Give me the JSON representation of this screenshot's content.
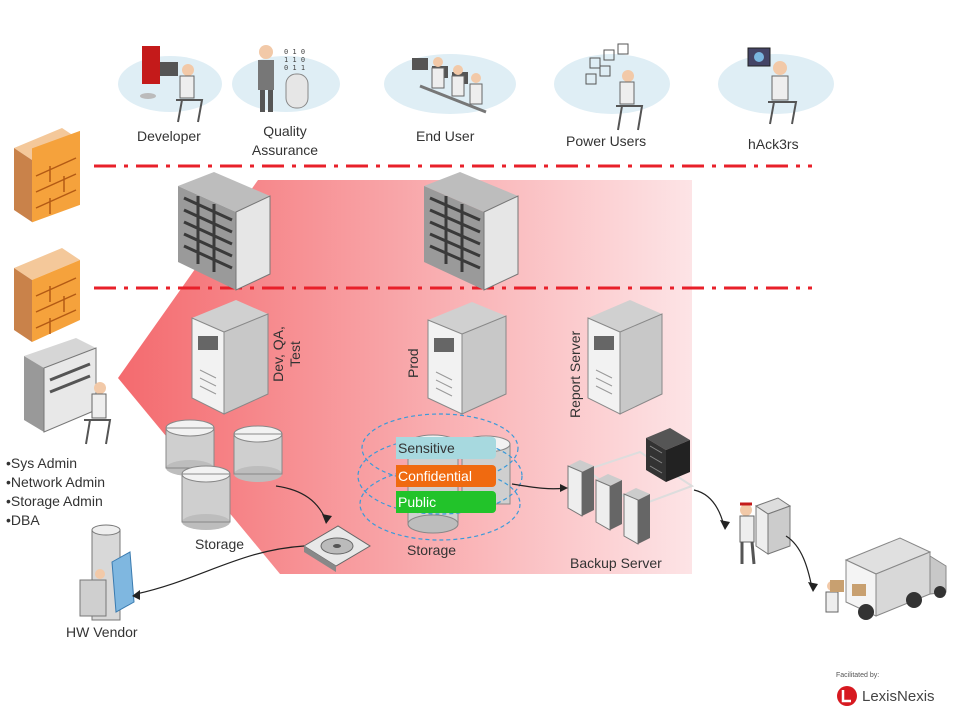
{
  "actors": {
    "developer": "Developer",
    "qa": "Quality\nAssurance",
    "end_user": "End User",
    "power_users": "Power Users",
    "hackers": "hAck3rs"
  },
  "servers": {
    "dev": "Dev, QA,\nTest",
    "prod": "Prod",
    "report": "Report  Server",
    "backup": "Backup Server"
  },
  "storage": {
    "left": "Storage",
    "center": "Storage"
  },
  "tiers": [
    {
      "label": "Sensitive",
      "color": "#a7d9df"
    },
    {
      "label": "Confidential",
      "color": "#f06a10"
    },
    {
      "label": "Public",
      "color": "#22c32a"
    }
  ],
  "admins": [
    "•Sys Admin",
    "•Network Admin",
    "•Storage Admin",
    "•DBA"
  ],
  "hw_vendor": "HW Vendor",
  "logo": {
    "facilitated": "Facilitated by:",
    "brand": "LexisNexis"
  },
  "colors": {
    "boundary_line": "#e8202a",
    "zone_start": "#f46a6e",
    "zone_end": "#fde4e6"
  }
}
